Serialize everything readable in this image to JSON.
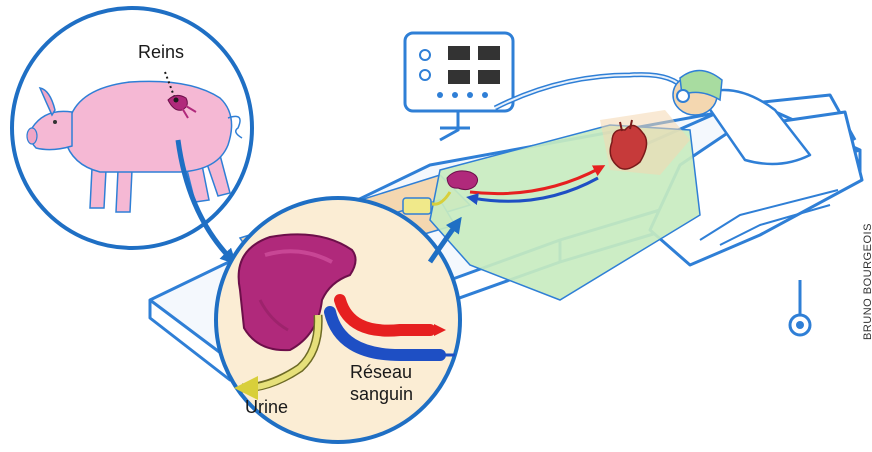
{
  "labels": {
    "kidneys": "Reins",
    "urine": "Urine",
    "blood_network_line1": "Réseau",
    "blood_network_line2": "sanguin"
  },
  "credit": "BRUNO BOURGEOIS",
  "colors": {
    "circle_outline": "#1f6fc4",
    "bed_outline": "#2f7fd6",
    "kidney": "#b0297b",
    "artery": "#e62020",
    "vein": "#1e4fc4",
    "urine_tube": "#e6e07a",
    "pig": "#f5b8d4",
    "sheet": "#c8ecc0",
    "skin": "#f4d7b0"
  },
  "icons": [
    "pig-icon",
    "kidney-icon",
    "heart-icon",
    "ventilator-icon",
    "hospital-bed-icon",
    "arrow-icon"
  ]
}
